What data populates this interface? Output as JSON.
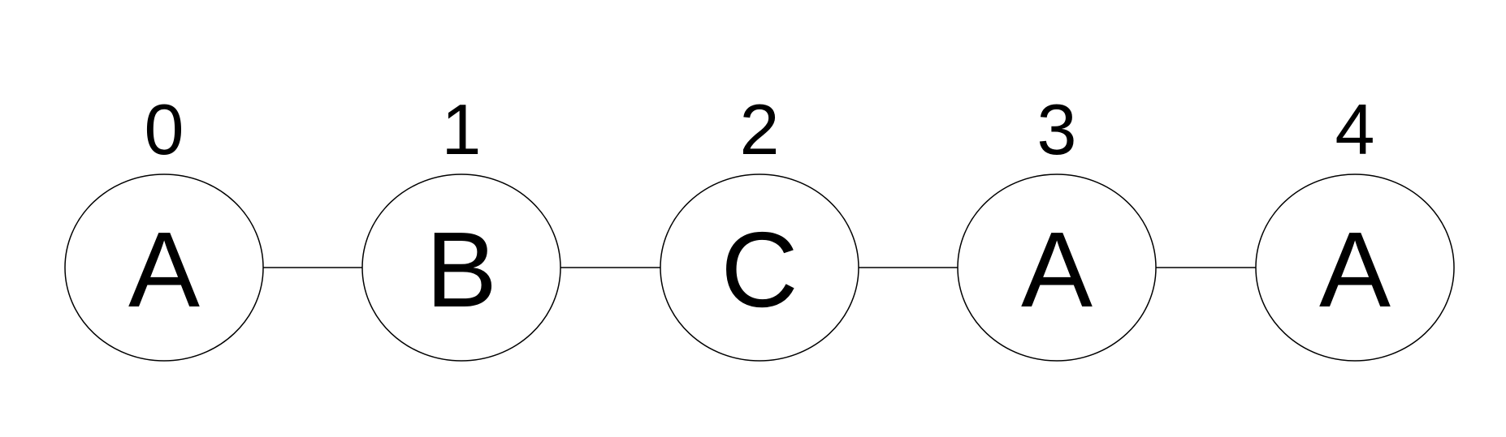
{
  "nodes": [
    {
      "index": "0",
      "label": "A"
    },
    {
      "index": "1",
      "label": "B"
    },
    {
      "index": "2",
      "label": "C"
    },
    {
      "index": "3",
      "label": "A"
    },
    {
      "index": "4",
      "label": "A"
    }
  ],
  "edges": [
    {
      "from": "0",
      "to": "1"
    },
    {
      "from": "1",
      "to": "2"
    },
    {
      "from": "2",
      "to": "3"
    },
    {
      "from": "3",
      "to": "4"
    }
  ]
}
